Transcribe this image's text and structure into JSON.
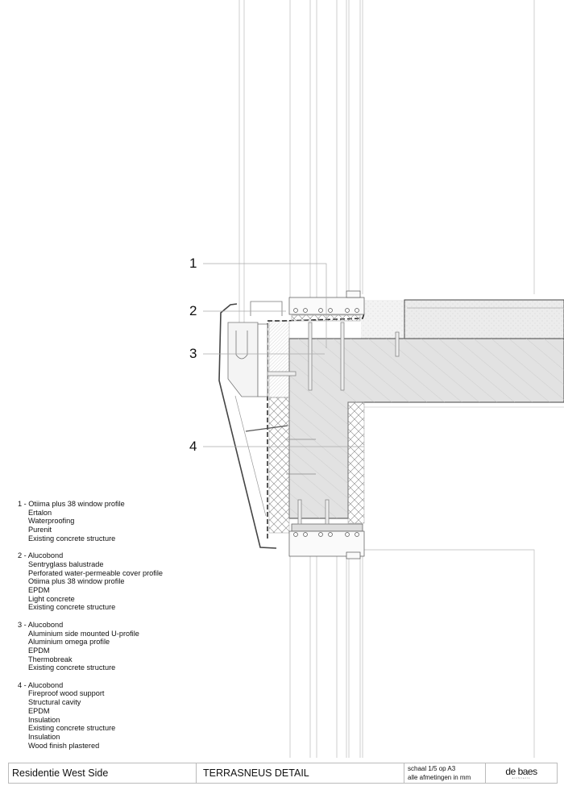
{
  "callouts": [
    "1",
    "2",
    "3",
    "4"
  ],
  "legend": [
    {
      "title": "1 - Otiima plus 38 window profile",
      "items": [
        "Ertalon",
        "Waterproofing",
        "Purenit",
        "Existing concrete structure"
      ]
    },
    {
      "title": "2 - Alucobond",
      "items": [
        "Sentryglass balustrade",
        "Perforated water-permeable cover profile",
        "Otiima plus 38 window profile",
        "EPDM",
        "Light concrete",
        "Existing concrete structure"
      ]
    },
    {
      "title": "3 - Alucobond",
      "items": [
        "Aluminium side mounted U-profile",
        "Aluminium omega profile",
        "EPDM",
        "Thermobreak",
        "Existing concrete structure"
      ]
    },
    {
      "title": "4 -  Alucobond",
      "items": [
        "Fireproof wood support",
        "Structural cavity",
        "EPDM",
        "Insulation",
        "Existing concrete structure",
        "Insulation",
        "Wood finish plastered"
      ]
    }
  ],
  "titleblock": {
    "project": "Residentie West Side",
    "title": "TERRASNEUS DETAIL",
    "scale": "schaal 1/5 op A3",
    "units": "alle afmetingen in mm",
    "logo": "de baes",
    "logo_sub": "architects"
  }
}
